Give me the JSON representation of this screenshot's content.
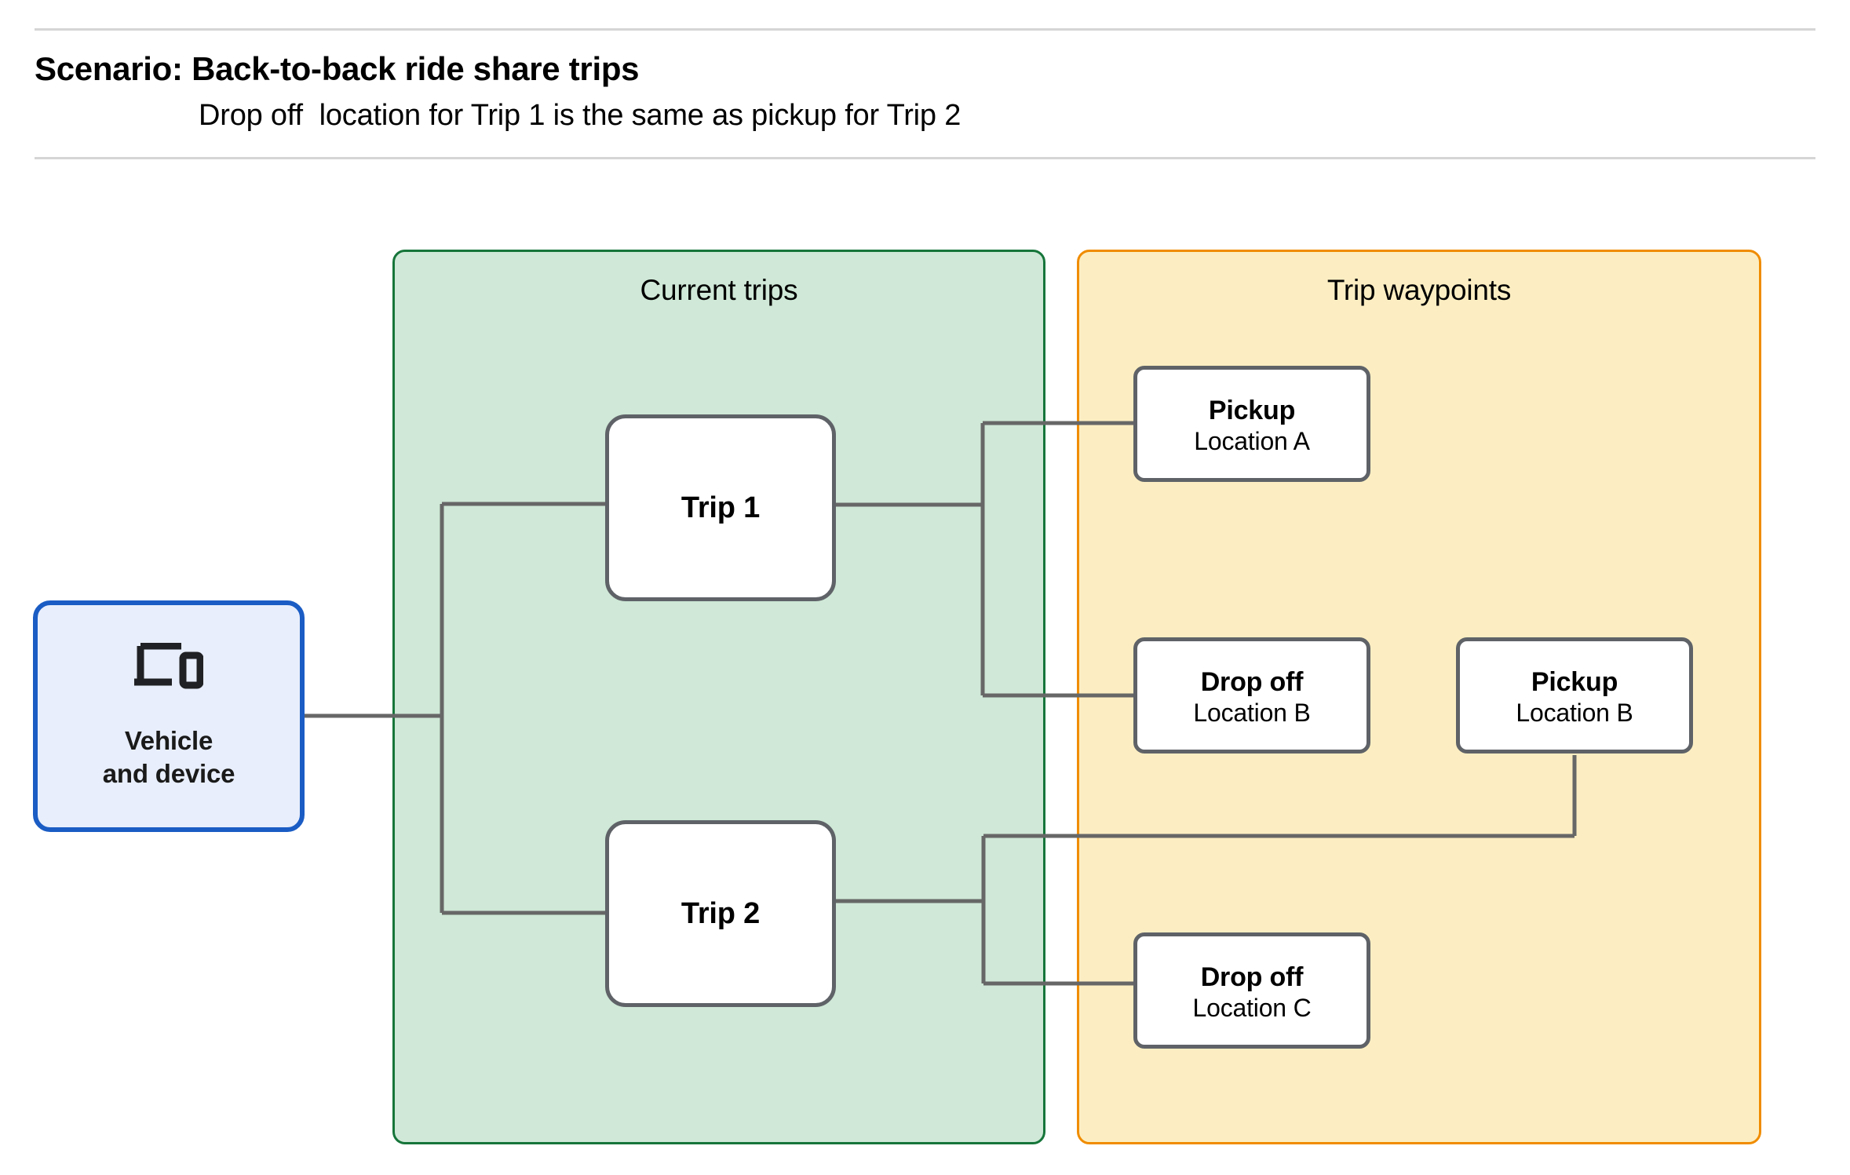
{
  "header": {
    "title": "Scenario: Back-to-back ride share trips",
    "subtitle": "Drop off  location for Trip 1 is the same as pickup for Trip 2"
  },
  "groups": {
    "current_trips": {
      "label": "Current trips",
      "fill": "#cfe8d7",
      "border": "#16753a"
    },
    "trip_waypoints": {
      "label": "Trip waypoints",
      "fill": "#fceec2",
      "border": "#f08c00"
    }
  },
  "vehicle": {
    "icon": "devices-icon",
    "label": "Vehicle\nand device",
    "fill": "#e8eefb",
    "border": "#1a5cc4"
  },
  "trips": [
    {
      "label": "Trip 1"
    },
    {
      "label": "Trip 2"
    }
  ],
  "waypoints": [
    {
      "id": "pickup-a",
      "title": "Pickup",
      "location": "Location A"
    },
    {
      "id": "dropoff-b",
      "title": "Drop off",
      "location": "Location B"
    },
    {
      "id": "pickup-b",
      "title": "Pickup",
      "location": "Location B"
    },
    {
      "id": "dropoff-c",
      "title": "Drop off",
      "location": "Location C"
    }
  ],
  "connector_color": "#676767",
  "node_border_color": "#5f6368"
}
